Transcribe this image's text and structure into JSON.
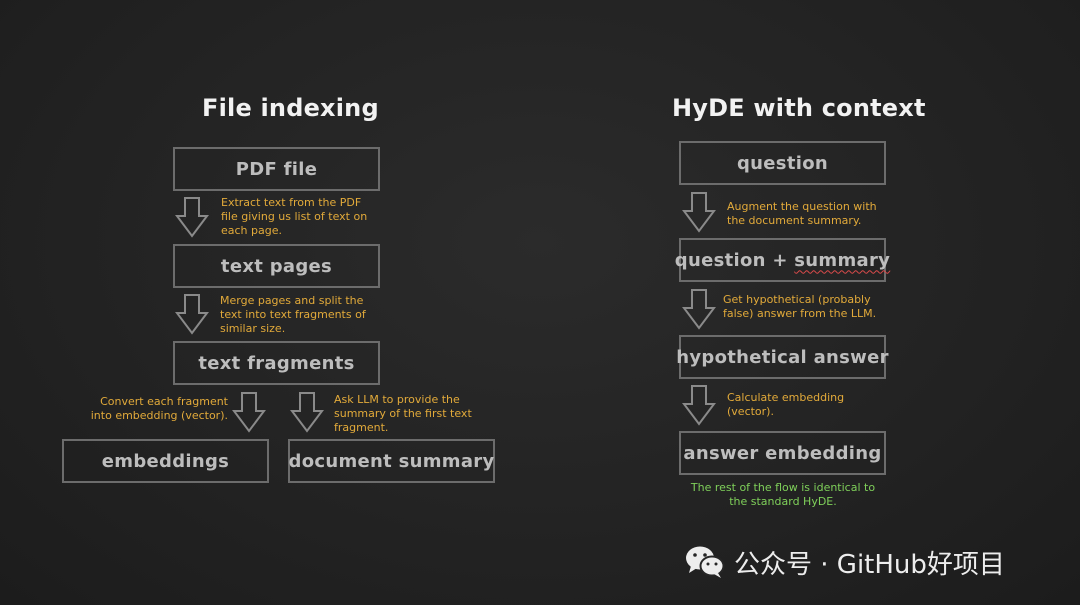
{
  "left": {
    "title": "File indexing",
    "boxes": {
      "pdf_file": "PDF file",
      "text_pages": "text pages",
      "text_fragments": "text fragments",
      "embeddings": "embeddings",
      "document_summary": "document summary"
    },
    "notes": {
      "extract": "Extract text from the PDF file giving us list of text on each page.",
      "merge": "Merge pages and split the text into text fragments of similar size.",
      "convert": "Convert each fragment into embedding (vector).",
      "ask": "Ask LLM to provide the summary of the first text fragment."
    }
  },
  "right": {
    "title": "HyDE with context",
    "boxes": {
      "question": "question",
      "question_summary_prefix": "question + ",
      "question_summary_word": "summary",
      "hypothetical_answer": "hypothetical answer",
      "answer_embedding": "answer embedding"
    },
    "notes": {
      "augment": "Augment the question with the document summary.",
      "hypothetical": "Get hypothetical (probably false) answer from the LLM.",
      "calculate": "Calculate embedding (vector).",
      "rest": "The rest of the flow is identical to the standard HyDE."
    }
  },
  "watermark": {
    "icon": "wechat-icon",
    "text": "公众号 · GitHub好项目"
  },
  "colors": {
    "note": "#e2aa3a",
    "note_final": "#7fd05a",
    "box_border": "#6c6c6c",
    "box_text": "#bdbdbd"
  }
}
